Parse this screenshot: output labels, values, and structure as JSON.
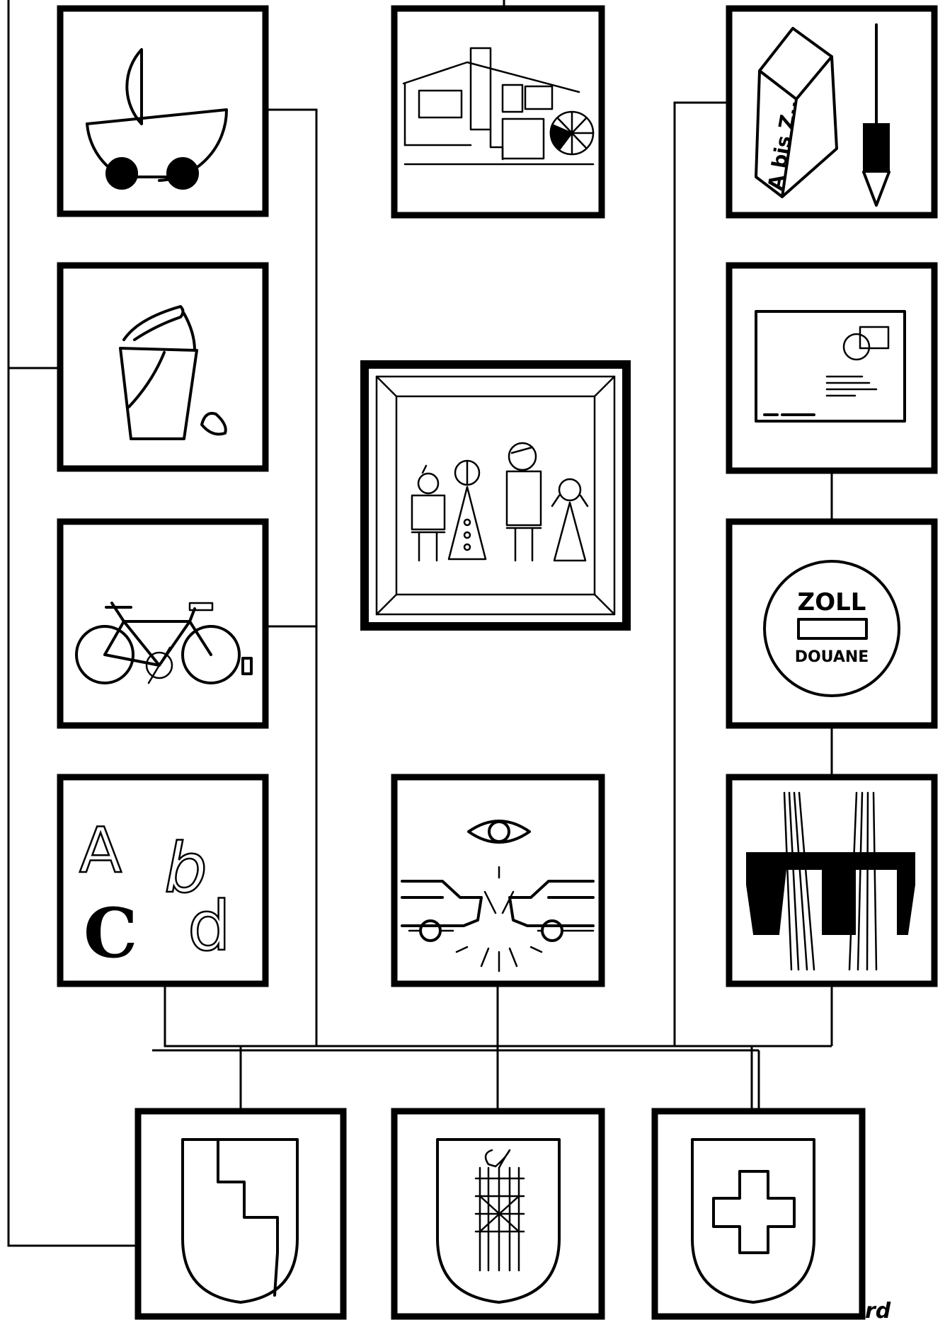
{
  "tiles": {
    "book": {
      "icon": "book-with-pen-icon",
      "spine_text": "A bis Z.."
    },
    "customs": {
      "icon": "customs-sign-icon",
      "top_text": "ZOLL",
      "bottom_text": "DOUANE"
    },
    "alphabet": {
      "icon": "letters-icon",
      "letter_a": "A",
      "letter_b": "b",
      "letter_c": "C",
      "letter_d": "d"
    }
  },
  "signature": "rd",
  "colors": {
    "ink": "#000000",
    "paper": "#ffffff"
  }
}
